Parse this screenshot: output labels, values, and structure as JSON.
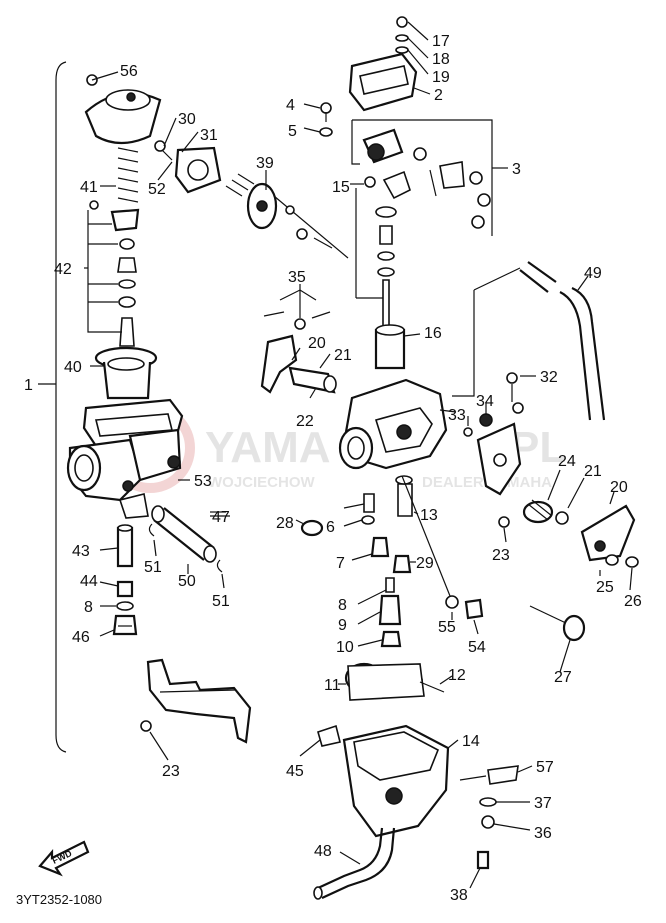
{
  "diagram": {
    "code": "3YT2352-1080",
    "fwd_label": "FWD",
    "watermark": {
      "main": "YAMA",
      "main_suffix": "PL",
      "sub_left": "WOJCIECHOW",
      "sub_right": "DEALER YAMAHA"
    },
    "labels": [
      "56",
      "30",
      "31",
      "52",
      "41",
      "42",
      "40",
      "1",
      "53",
      "47",
      "43",
      "44",
      "8",
      "46",
      "50",
      "51",
      "51",
      "23",
      "17",
      "18",
      "19",
      "2",
      "4",
      "5",
      "3",
      "39",
      "15",
      "35",
      "20",
      "21",
      "22",
      "16",
      "49",
      "32",
      "33",
      "34",
      "28",
      "6",
      "13",
      "7",
      "29",
      "24",
      "21",
      "20",
      "25",
      "26",
      "23",
      "8",
      "9",
      "10",
      "55",
      "54",
      "27",
      "11",
      "12",
      "14",
      "45",
      "57",
      "37",
      "36",
      "48",
      "38"
    ]
  }
}
